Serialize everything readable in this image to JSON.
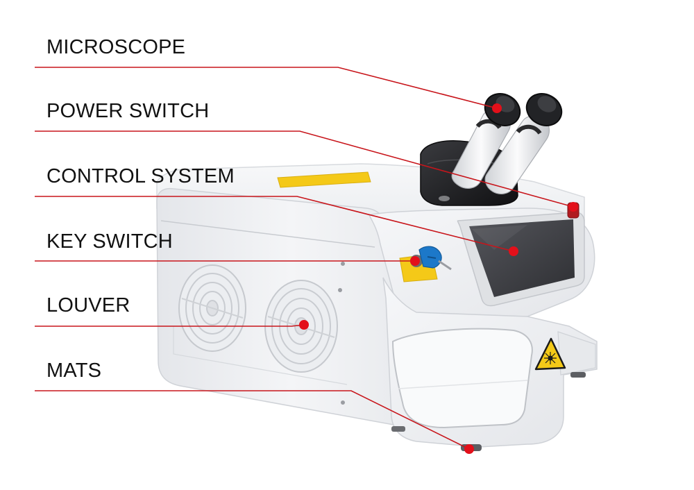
{
  "colors": {
    "leader_line": "#c8151b",
    "marker_dot": "#e3101a",
    "machine_body": "#f1f2f4",
    "screen": "#3c3d42",
    "warning_yellow": "#f4c918",
    "key": "#1c78c9",
    "microscope_head": "#1e1e20"
  },
  "callouts": [
    {
      "id": "microscope",
      "label": "MICROSCOPE"
    },
    {
      "id": "power-switch",
      "label": "POWER SWITCH"
    },
    {
      "id": "control-system",
      "label": "CONTROL SYSTEM"
    },
    {
      "id": "key-switch",
      "label": "KEY SWITCH"
    },
    {
      "id": "louver",
      "label": "LOUVER"
    },
    {
      "id": "mats",
      "label": "MATS"
    }
  ]
}
